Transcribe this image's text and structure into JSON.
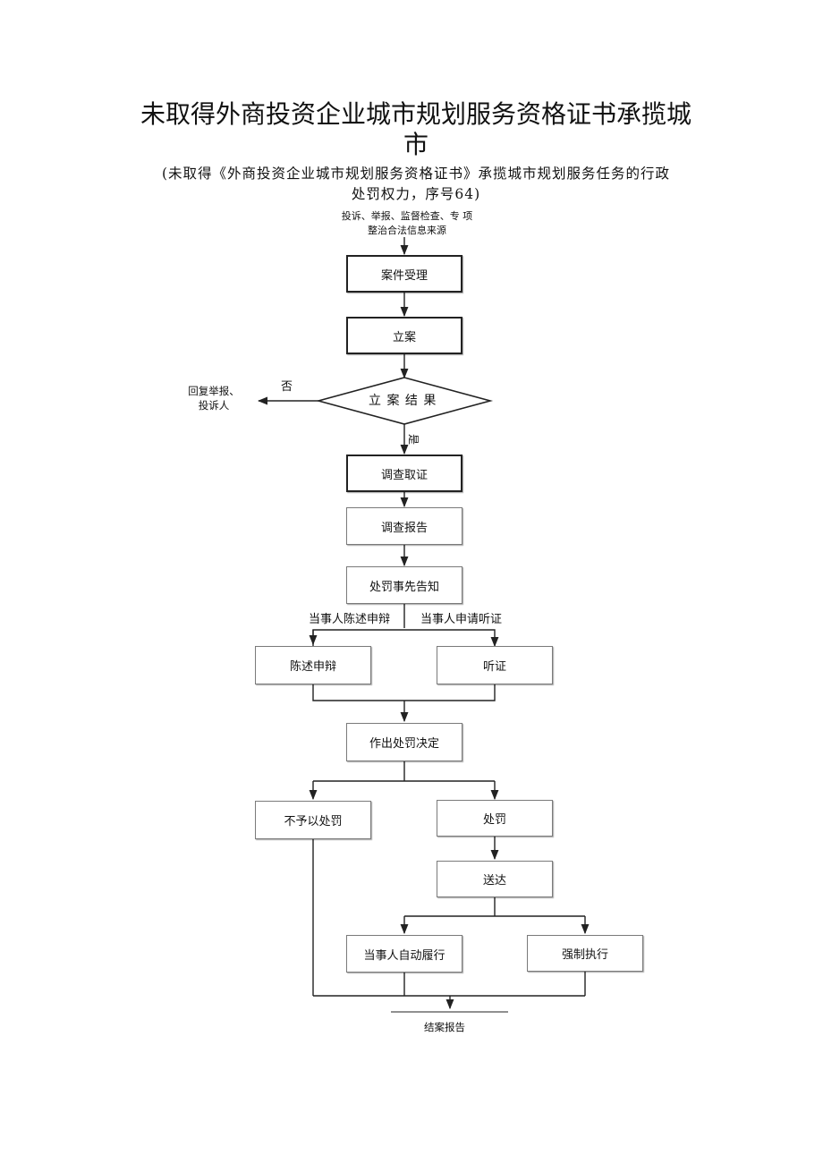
{
  "title": {
    "line1": "未取得外商投资企业城市规划服务资格证书承揽城",
    "line2": "市"
  },
  "subtitle": {
    "line1": "(未取得《外商投资企业城市规划服务资格证书》承揽城市规划服务任务的行政",
    "line2": "处罚权力，序号64)"
  },
  "source": {
    "line1": "投诉、举报、监督检查、专 项",
    "line2": "整治合法信息来源"
  },
  "nodes": {
    "accept": "案件受理",
    "file": "立案",
    "decision": "立 案 结 果",
    "reply_line1": "回复举报、",
    "reply_line2": "投诉人",
    "investigate": "调查取证",
    "report": "调查报告",
    "notice": "处罚事先告知",
    "defense": "陈述申辩",
    "hearing": "听证",
    "penalty_decision": "作出处罚决定",
    "no_penalty": "不予以处罚",
    "penalty": "处罚",
    "deliver": "送达",
    "self_perform": "当事人自动履行",
    "enforce": "强制执行",
    "close": "结案报告"
  },
  "edges": {
    "no": "否",
    "yes": "是",
    "party_defense": "当事人陈述申辩",
    "party_hearing": "当事人申请听证"
  }
}
